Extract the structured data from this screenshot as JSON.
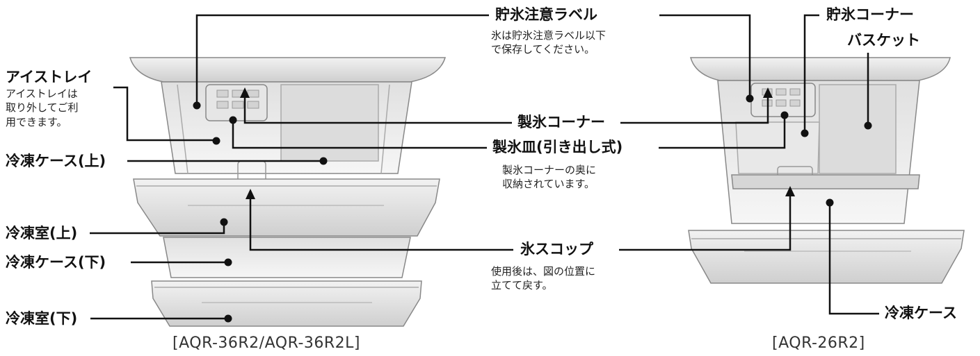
{
  "labels": {
    "ice_tray": "アイストレイ",
    "freezer_case_upper": "冷凍ケース(上)",
    "freezer_room_upper": "冷凍室(上)",
    "freezer_case_lower": "冷凍ケース(下)",
    "freezer_room_lower": "冷凍室(下)",
    "ice_caution_label": "貯氷注意ラベル",
    "ice_making_corner": "製氷コーナー",
    "ice_plate": "製氷皿(引き出し式)",
    "ice_scoop": "氷スコップ",
    "ice_storage_corner_line1": "貯氷コーナー",
    "ice_storage_corner_line2": "バスケット",
    "freezer_case": "冷凍ケース"
  },
  "notes": {
    "ice_tray": [
      "アイストレイは",
      "取り外してご利",
      "用できます。"
    ],
    "ice_caution_label": [
      "氷は貯氷注意ラベル以下",
      "で保存してください。"
    ],
    "ice_plate": [
      "製氷コーナーの奥に",
      "収納されています。"
    ],
    "ice_scoop": [
      "使用後は、図の位置に",
      "立てて戻す。"
    ]
  },
  "captions": {
    "left_model": "[AQR-36R2/AQR-36R2L]",
    "right_model": "[AQR-26R2]"
  }
}
